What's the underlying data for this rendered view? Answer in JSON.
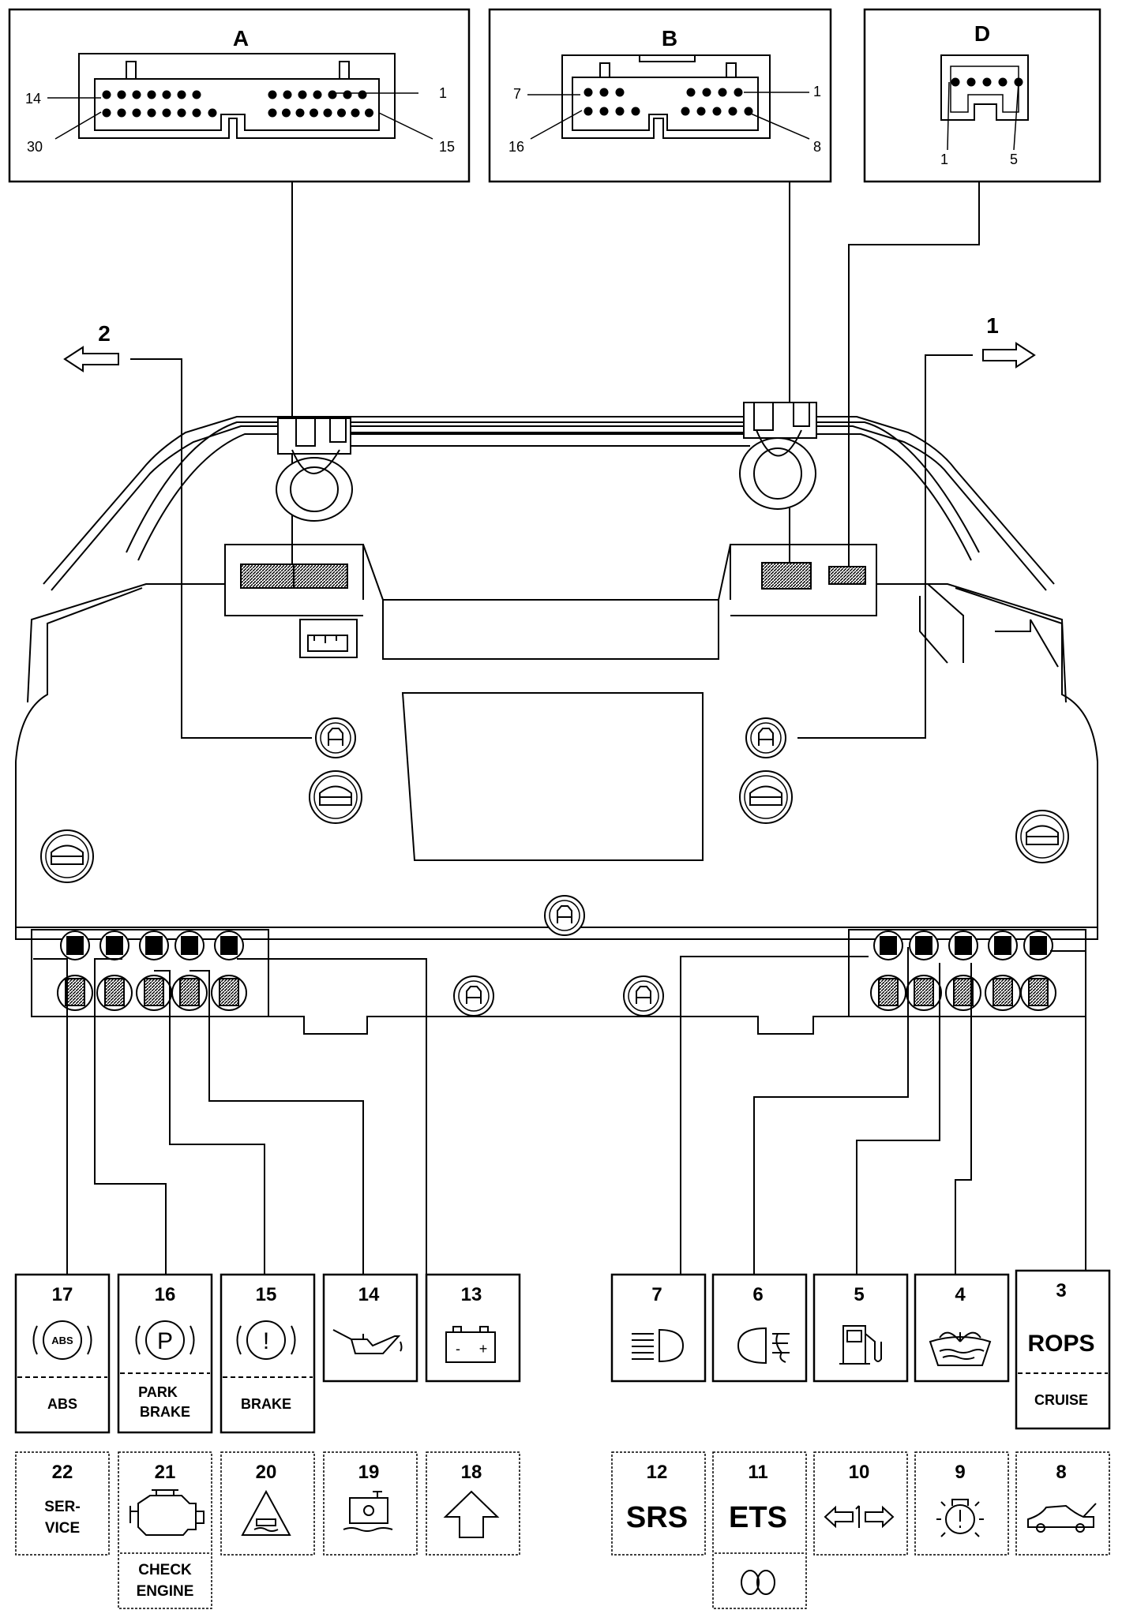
{
  "connectors": {
    "A": {
      "label": "A",
      "pins": {
        "top_left": "14",
        "top_right": "1",
        "bottom_left": "30",
        "bottom_right": "15"
      }
    },
    "B": {
      "label": "B",
      "pins": {
        "top_left": "7",
        "top_right": "1",
        "bottom_left": "16",
        "bottom_right": "8"
      }
    },
    "D": {
      "label": "D",
      "pins": {
        "left": "1",
        "right": "5"
      }
    }
  },
  "arrows": {
    "left": "2",
    "right": "1"
  },
  "indicators": {
    "i17": {
      "num": "17",
      "icon": "abs-icon",
      "icon_text": "ABS",
      "label": "ABS"
    },
    "i16": {
      "num": "16",
      "icon": "parking-brake-icon",
      "icon_text": "P",
      "label_line1": "PARK",
      "label_line2": "BRAKE"
    },
    "i15": {
      "num": "15",
      "icon": "brake-warning-icon",
      "icon_text": "!",
      "label": "BRAKE"
    },
    "i14": {
      "num": "14",
      "icon": "oil-can-icon"
    },
    "i13": {
      "num": "13",
      "icon": "battery-icon",
      "minus": "-",
      "plus": "+"
    },
    "i7": {
      "num": "7",
      "icon": "high-beam-icon"
    },
    "i6": {
      "num": "6",
      "icon": "rear-fog-light-icon"
    },
    "i5": {
      "num": "5",
      "icon": "fuel-pump-icon"
    },
    "i4": {
      "num": "4",
      "icon": "washer-fluid-icon"
    },
    "i3": {
      "num": "3",
      "label": "ROPS",
      "sub_label": "CRUISE"
    },
    "i22": {
      "num": "22",
      "label_line1": "SER-",
      "label_line2": "VICE"
    },
    "i21": {
      "num": "21",
      "icon": "engine-icon",
      "label_line1": "CHECK",
      "label_line2": "ENGINE"
    },
    "i20": {
      "num": "20",
      "icon": "traction-control-icon"
    },
    "i19": {
      "num": "19",
      "icon": "coolant-temperature-icon"
    },
    "i18": {
      "num": "18",
      "icon": "upshift-arrow-icon"
    },
    "i12": {
      "num": "12",
      "label": "SRS"
    },
    "i11": {
      "num": "11",
      "label": "ETS",
      "icon": "ets-coil-icon"
    },
    "i10": {
      "num": "10",
      "icon": "turn-signal-icon"
    },
    "i9": {
      "num": "9",
      "icon": "bulb-failure-icon"
    },
    "i8": {
      "num": "8",
      "icon": "trunk-open-icon"
    }
  }
}
